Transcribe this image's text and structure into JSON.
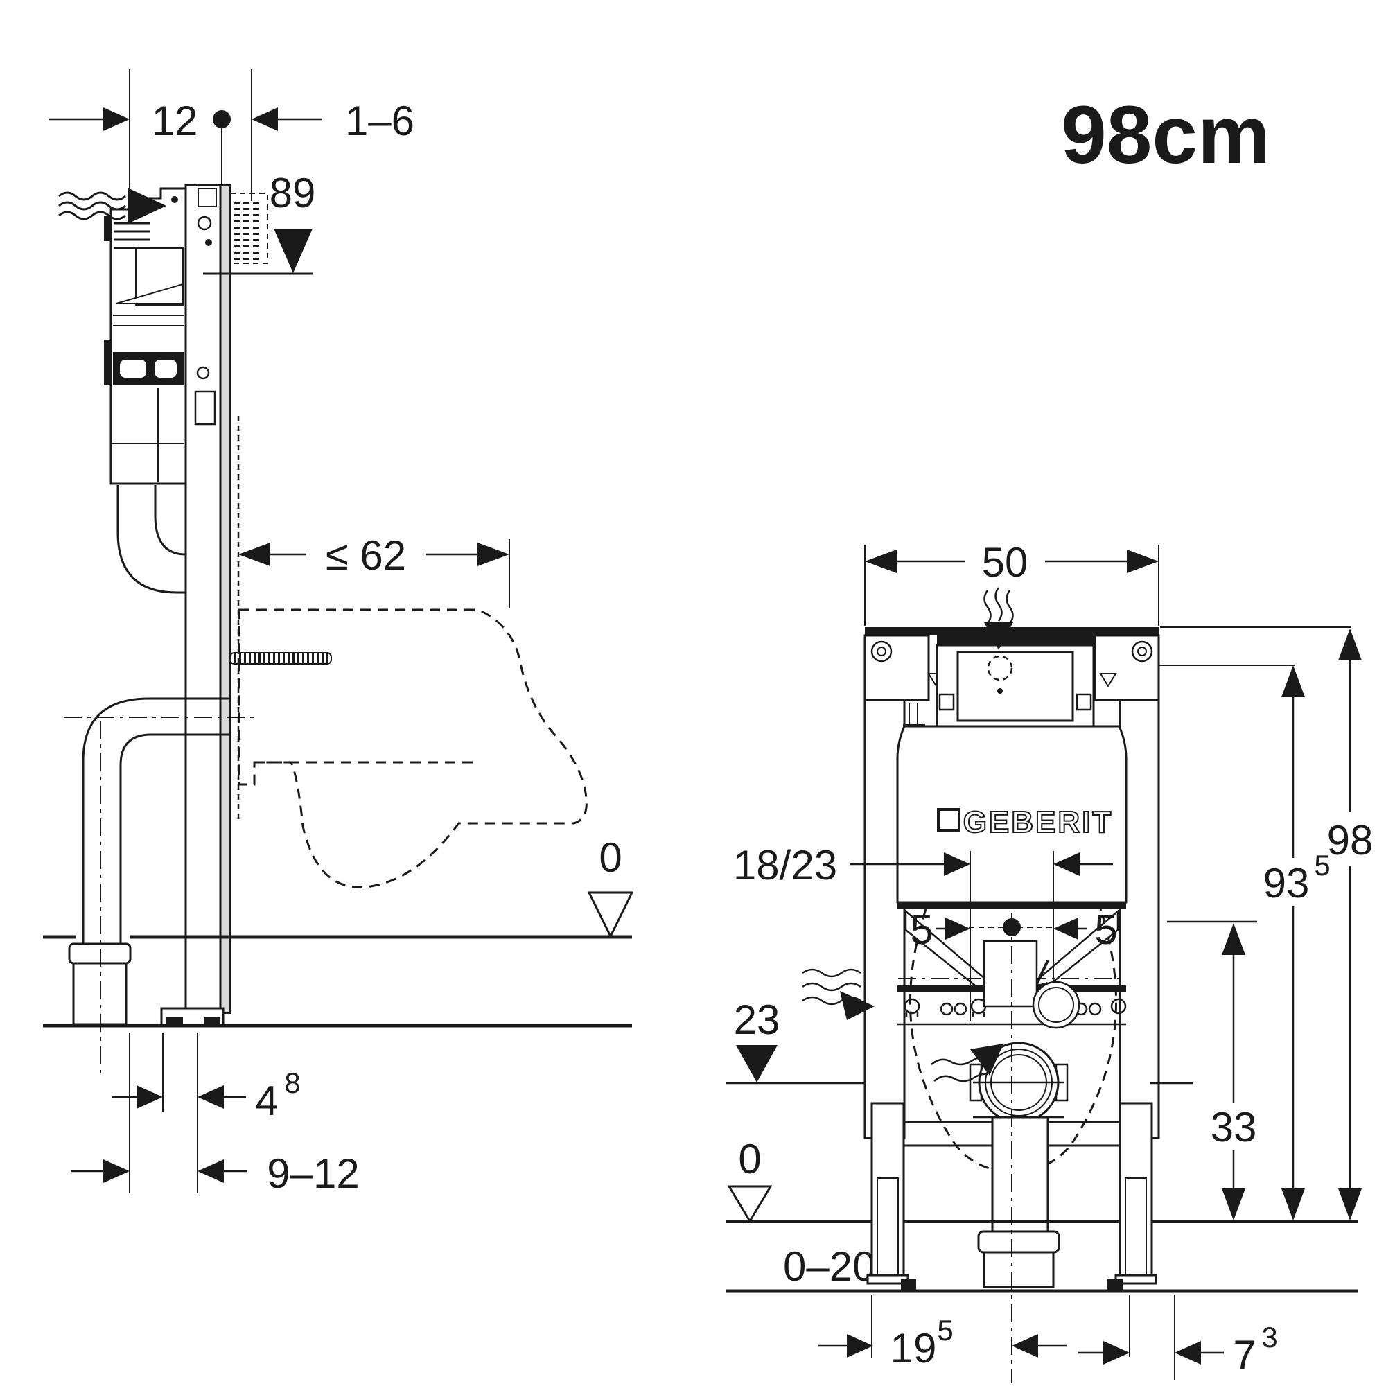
{
  "title": "98cm",
  "brand": {
    "logo_text": "GEBERIT"
  },
  "colors": {
    "line": "#1a1a1a",
    "background": "#ffffff",
    "panel_gray": "#d9d9d9"
  },
  "left_view": {
    "label": "side-view",
    "dims": {
      "frame_depth": "12",
      "wall_finish_range": "1–6",
      "actuator_height": "89",
      "max_depth": "≤ 62",
      "floor_level": "0",
      "pipe_offset": {
        "base": "4",
        "sup": "8"
      },
      "pipe_offset_range": "9–12"
    }
  },
  "right_view": {
    "label": "front-view",
    "dims": {
      "frame_width": "50",
      "bolt_spacing": "18/23",
      "bolt_offset_left": "5",
      "bolt_offset_right": "5",
      "outlet_height": "23",
      "frame_height": "98",
      "fixing_height": {
        "base": "93",
        "sup": "5"
      },
      "lower_height": "33",
      "floor_level": "0",
      "floor_buildup_range": "0–20",
      "leg_offset": {
        "base": "19",
        "sup": "5"
      },
      "side_offset": {
        "base": "7",
        "sup": "3"
      }
    }
  }
}
